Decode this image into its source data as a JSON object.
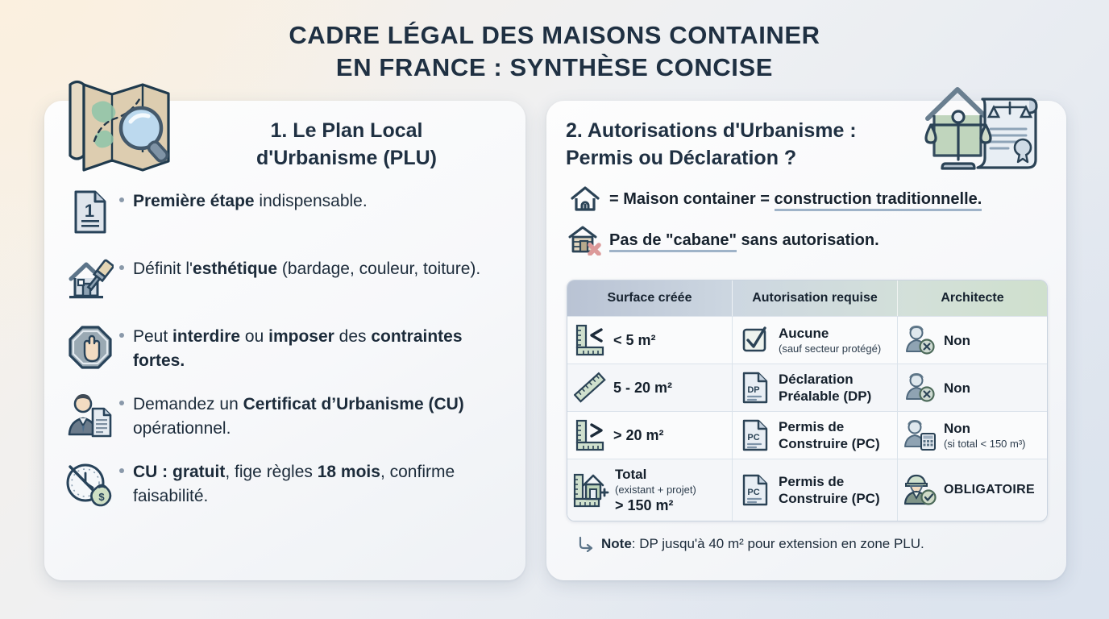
{
  "title": {
    "line1": "Cadre légal des maisons container",
    "line2": "en France : synthèse concise"
  },
  "colors": {
    "heading": "#1f3042",
    "body_text": "#1c2b3a",
    "panel_bg": "#fafbfc",
    "table_header_start": "#b9c3d4",
    "table_header_end": "#cfe0cd",
    "underline": "#9fb3c8",
    "bullet_dot": "#8a99aa",
    "bg_warm": "#fbf0df",
    "bg_cool": "#dbe3ee"
  },
  "panel_left": {
    "title_line1": "1. Le Plan Local",
    "title_line2": "d'Urbanisme (PLU)",
    "hero_icon": "map-magnifier-icon",
    "bullets": [
      {
        "icon": "document-one-icon",
        "segments": [
          {
            "text": "Première étape",
            "bold": true
          },
          {
            "text": " indispensable.",
            "bold": false
          }
        ]
      },
      {
        "icon": "house-paintbrush-icon",
        "segments": [
          {
            "text": "Définit l'",
            "bold": false
          },
          {
            "text": "esthétique",
            "bold": true
          },
          {
            "text": " (bardage, couleur, toiture).",
            "bold": false
          }
        ]
      },
      {
        "icon": "stop-hand-icon",
        "segments": [
          {
            "text": "Peut ",
            "bold": false
          },
          {
            "text": "interdire",
            "bold": true
          },
          {
            "text": " ou ",
            "bold": false
          },
          {
            "text": "imposer",
            "bold": true
          },
          {
            "text": " des ",
            "bold": false
          },
          {
            "text": "contraintes fortes.",
            "bold": true
          }
        ]
      },
      {
        "icon": "official-person-document-icon",
        "segments": [
          {
            "text": "Demandez un ",
            "bold": false
          },
          {
            "text": "Certificat d’Urbanisme (CU)",
            "bold": true
          },
          {
            "text": " opérationnel.",
            "bold": false
          }
        ]
      },
      {
        "icon": "clock-moneybag-free-icon",
        "segments": [
          {
            "text": "CU : gratuit",
            "bold": true
          },
          {
            "text": ", fige règles ",
            "bold": false
          },
          {
            "text": "18 mois",
            "bold": true
          },
          {
            "text": ", confirme faisabilité.",
            "bold": false
          }
        ]
      }
    ]
  },
  "panel_right": {
    "title_line1": "2. Autorisations d'Urbanisme :",
    "title_line2": "Permis ou Déclaration ?",
    "hero_icon": "house-scales-document-icon",
    "statements": [
      {
        "icon": "house-outline-icon",
        "segments": [
          {
            "text": "= Maison container = ",
            "bold": true,
            "underline": false
          },
          {
            "text": "construction traditionnelle.",
            "bold": true,
            "underline": true
          }
        ]
      },
      {
        "icon": "shed-crossed-out-icon",
        "segments": [
          {
            "text": "Pas de \"cabane\"",
            "bold": true,
            "underline": true
          },
          {
            "text": " sans autorisation.",
            "bold": true,
            "underline": false
          }
        ]
      }
    ],
    "table": {
      "headers": [
        "Surface créée",
        "Autorisation requise",
        "Architecte"
      ],
      "rows": [
        {
          "surface_icon": "ruler-less-than-icon",
          "surface_main": "< 5 m²",
          "surface_sub": "",
          "surface_sub2": "",
          "auth_icon": "checkbox-check-icon",
          "auth_main": "Aucune",
          "auth_sub": "(sauf secteur protégé)",
          "arch_icon": "person-cross-icon",
          "arch_main": "Non",
          "arch_sub": ""
        },
        {
          "surface_icon": "ruler-diagonal-icon",
          "surface_main": "5 - 20 m²",
          "surface_sub": "",
          "surface_sub2": "",
          "auth_icon": "document-dp-icon",
          "auth_main": "Déclaration Préalable (DP)",
          "auth_sub": "",
          "arch_icon": "person-cross-icon",
          "arch_main": "Non",
          "arch_sub": ""
        },
        {
          "surface_icon": "ruler-greater-than-icon",
          "surface_main": "> 20 m²",
          "surface_sub": "",
          "surface_sub2": "",
          "auth_icon": "document-pc-icon",
          "auth_main": "Permis de Construire (PC)",
          "auth_sub": "",
          "arch_icon": "person-calculator-icon",
          "arch_main": "Non",
          "arch_sub": "(si total < 150 m³)"
        },
        {
          "surface_icon": "ruler-house-plus-icon",
          "surface_main": "Total",
          "surface_sub": "(existant + projet)",
          "surface_sub2": "> 150 m²",
          "auth_icon": "document-pc-icon",
          "auth_main": "Permis de Construire (PC)",
          "auth_sub": "",
          "arch_icon": "architect-helmet-check-icon",
          "arch_main": "OBLIGATOIRE",
          "arch_sub": ""
        }
      ]
    },
    "note": {
      "icon": "arrow-turn-down-right-icon",
      "label": "Note",
      "text": " : DP jusqu'à 40 m² pour extension en zone PLU."
    }
  }
}
